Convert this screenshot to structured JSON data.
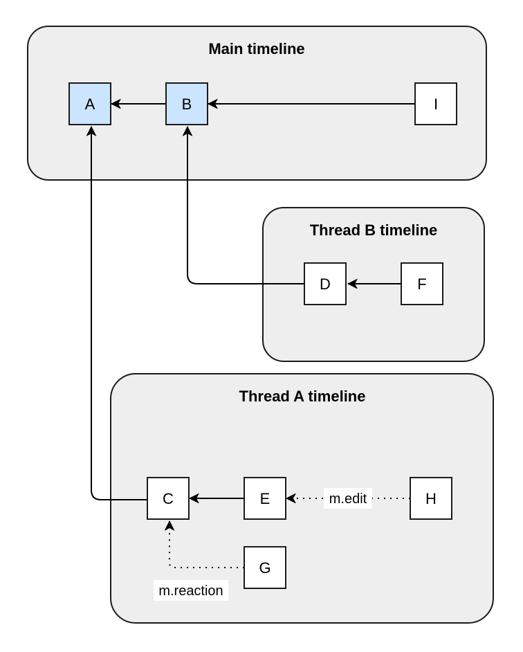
{
  "diagram": {
    "groups": [
      {
        "id": "main",
        "title": "Main timeline"
      },
      {
        "id": "thread-b",
        "title": "Thread B timeline"
      },
      {
        "id": "thread-a",
        "title": "Thread A timeline"
      }
    ],
    "nodes": [
      {
        "id": "A",
        "label": "A",
        "highlighted": true
      },
      {
        "id": "B",
        "label": "B",
        "highlighted": true
      },
      {
        "id": "I",
        "label": "I",
        "highlighted": false
      },
      {
        "id": "D",
        "label": "D",
        "highlighted": false
      },
      {
        "id": "F",
        "label": "F",
        "highlighted": false
      },
      {
        "id": "C",
        "label": "C",
        "highlighted": false
      },
      {
        "id": "E",
        "label": "E",
        "highlighted": false
      },
      {
        "id": "H",
        "label": "H",
        "highlighted": false
      },
      {
        "id": "G",
        "label": "G",
        "highlighted": false
      }
    ],
    "edge_labels": {
      "edit": "m.edit",
      "reaction": "m.reaction"
    },
    "colors": {
      "container_fill": "#eeeeee",
      "node_fill": "#ffffff",
      "node_highlight_fill": "#cce5ff",
      "stroke": "#1a1a1a",
      "edge_stroke": "#000000",
      "label_bg": "#ffffff"
    }
  }
}
